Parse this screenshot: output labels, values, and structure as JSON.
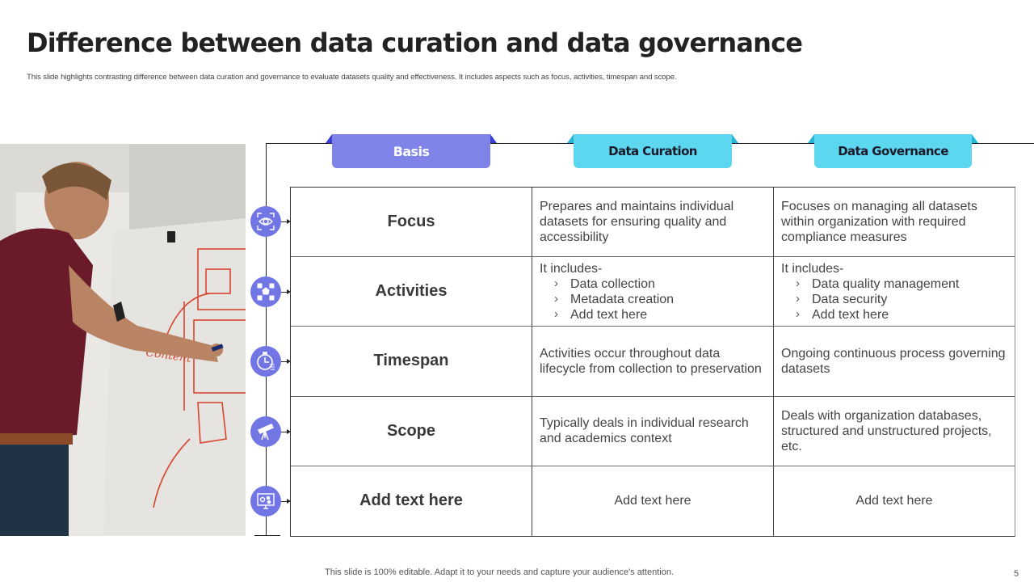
{
  "slide": {
    "title": "Difference between data curation and data governance",
    "subtitle": "This slide highlights contrasting difference between data curation and governance to evaluate datasets quality and effectiveness. It includes aspects such as focus, activities, timespan and scope.",
    "footer": "This slide is 100% editable. Adapt it to your needs and capture your audience's attention.",
    "page_number": "5"
  },
  "photo": {
    "description": "Man in maroon shirt drawing a wireframe sketch on a whiteboard",
    "sketch_word": "Content"
  },
  "colors": {
    "basis_header": "#7f82e6",
    "column_header": "#5dd6ef",
    "icon_circle": "#7276e4"
  },
  "table": {
    "headers": [
      "Basis",
      "Data Curation",
      "Data Governance"
    ],
    "rows": [
      {
        "icon": "eye-focus-icon",
        "label": "Focus",
        "curation": "Prepares and maintains individual datasets for ensuring quality and accessibility",
        "governance": "Focuses on managing all datasets within organization with required compliance measures"
      },
      {
        "icon": "network-nodes-icon",
        "label": "Activities",
        "curation": {
          "intro": "It includes-",
          "items": [
            "Data collection",
            "Metadata creation",
            "Add text here"
          ]
        },
        "governance": {
          "intro": "It includes-",
          "items": [
            "Data quality management",
            "Data security",
            "Add text here"
          ]
        }
      },
      {
        "icon": "stopwatch-icon",
        "label": "Timespan",
        "curation": "Activities occur throughout  data lifecycle from collection to preservation",
        "governance": "Ongoing continuous process governing datasets"
      },
      {
        "icon": "telescope-icon",
        "label": "Scope",
        "curation": "Typically  deals in individual research and academics context",
        "governance": "Deals with organization databases, structured  and unstructured  projects, etc."
      },
      {
        "icon": "monitor-settings-icon",
        "label": "Add text here",
        "curation": "Add text here",
        "governance": "Add text here"
      }
    ],
    "bullet_glyph": "›"
  }
}
